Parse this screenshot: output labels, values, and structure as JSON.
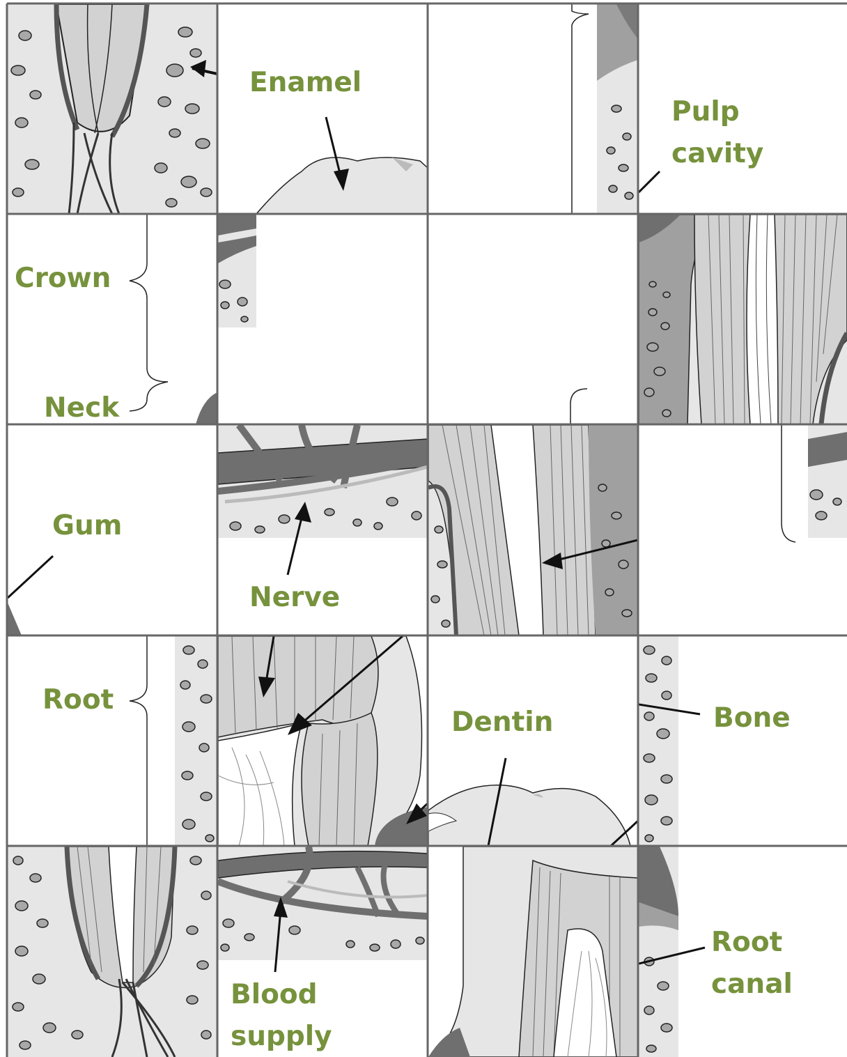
{
  "title": "",
  "colors": {
    "label_green": "#76923c",
    "bone_fill": "#e6e6e6",
    "chip_fill": "#a8a8a8",
    "dark_gray": "#6f6f6f",
    "line": "#111111",
    "grid_line": "#666666"
  },
  "grid": {
    "rows": 5,
    "cols": 4
  },
  "labels": {
    "enamel": "Enamel",
    "pulp_cavity_1": "Pulp",
    "pulp_cavity_2": "cavity",
    "crown": "Crown",
    "neck": "Neck",
    "gum": "Gum",
    "nerve": "Nerve",
    "root": "Root",
    "dentin": "Dentin",
    "bone": "Bone",
    "blood_supply_1": "Blood",
    "blood_supply_2": "supply",
    "root_canal_1": "Root",
    "root_canal_2": "canal"
  }
}
